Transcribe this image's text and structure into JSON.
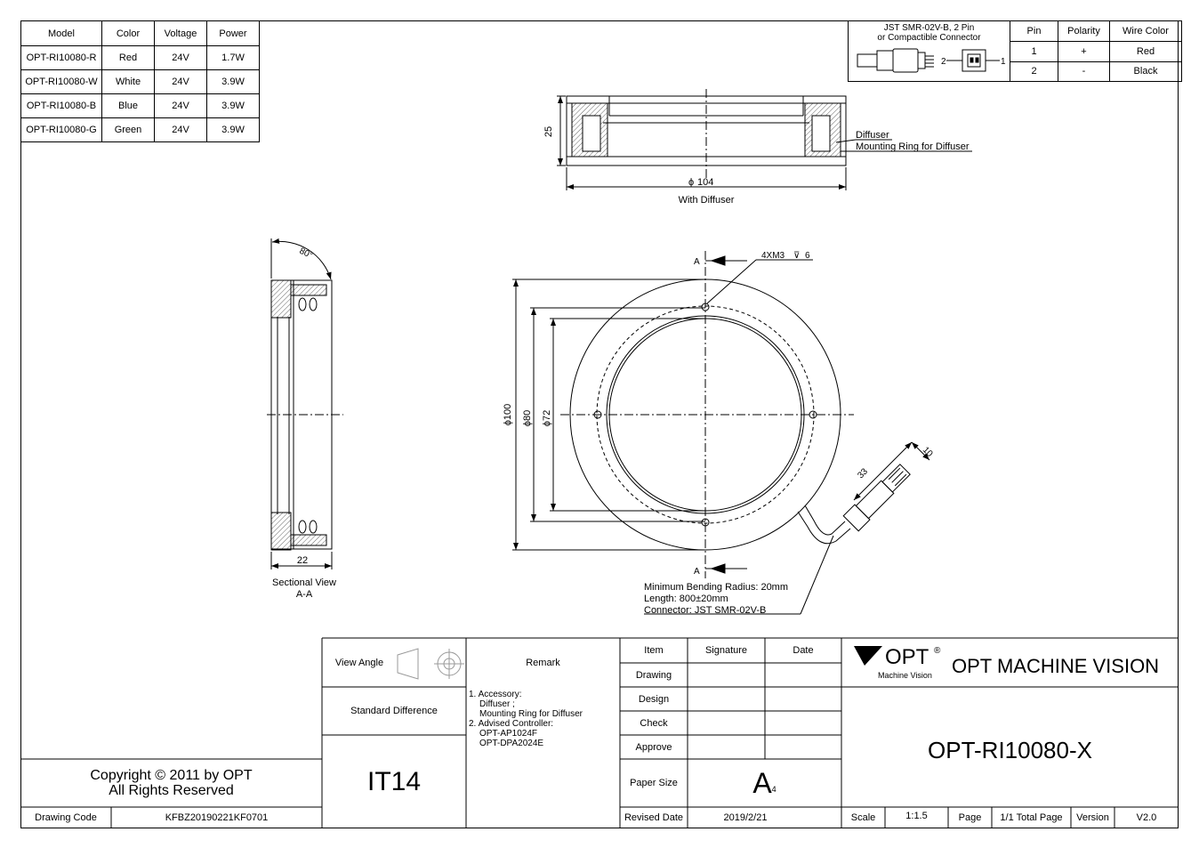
{
  "model_table": {
    "headers": [
      "Model",
      "Color",
      "Voltage",
      "Power"
    ],
    "rows": [
      [
        "OPT-RI10080-R",
        "Red",
        "24V",
        "1.7W"
      ],
      [
        "OPT-RI10080-W",
        "White",
        "24V",
        "3.9W"
      ],
      [
        "OPT-RI10080-B",
        "Blue",
        "24V",
        "3.9W"
      ],
      [
        "OPT-RI10080-G",
        "Green",
        "24V",
        "3.9W"
      ]
    ]
  },
  "connector_table": {
    "title_line1": "JST SMR-02V-B, 2 Pin",
    "title_line2": "or Compactible Connector",
    "pin_label_2": "2",
    "pin_label_1": "1",
    "headers": [
      "Pin",
      "Polarity",
      "Wire Color"
    ],
    "rows": [
      [
        "1",
        "+",
        "Red"
      ],
      [
        "2",
        "-",
        "Black"
      ]
    ]
  },
  "top_view": {
    "height_dim": "25",
    "diameter_dim": "104",
    "caption": "With Diffuser",
    "label_diffuser": "Diffuser",
    "label_ring": "Mounting Ring for Diffuser"
  },
  "section_view": {
    "angle_dim": "80°",
    "width_dim": "22",
    "caption_line1": "Sectional View",
    "caption_line2": "A-A"
  },
  "front_view": {
    "section_mark_top": "A",
    "section_mark_bottom": "A",
    "hole_callout": "4XM3",
    "hole_depth": "6",
    "dim_100": "100",
    "dim_80": "80",
    "dim_72": "72",
    "dim_33": "33",
    "dim_10": "10",
    "cable_note_1": "Minimum Bending Radius: 20mm",
    "cable_note_2": "Length: 800±20mm",
    "cable_note_3": "Connector: JST SMR-02V-B"
  },
  "title_block": {
    "view_angle": "View Angle",
    "remark": "Remark",
    "item": "Item",
    "signature": "Signature",
    "date": "Date",
    "drawing": "Drawing",
    "design": "Design",
    "check": "Check",
    "approve": "Approve",
    "paper_size": "Paper Size",
    "paper_size_value": "A",
    "paper_size_sub": "4",
    "revised_date": "Revised Date",
    "revised_date_value": "2019/2/21",
    "standard_difference": "Standard Difference",
    "tolerance": "IT14",
    "remark_lines": [
      "1. Accessory:",
      "Diffuser ;",
      "Mounting Ring for Diffuser",
      "2. Advised Controller:",
      "OPT-AP1024F",
      "OPT-DPA2024E"
    ],
    "logo_text": "OPT",
    "logo_sub": "Machine Vision",
    "company": "OPT MACHINE VISION",
    "part_number": "OPT-RI10080-X",
    "scale": "Scale",
    "scale_value": "1:1.5",
    "page": "Page",
    "page_value": "1/1 Total Page",
    "version": "Version",
    "version_value": "V2.0",
    "copyright_1": "Copyright © 2011 by OPT",
    "copyright_2": "All Rights Reserved",
    "drawing_code": "Drawing Code",
    "drawing_code_value": "KFBZ20190221KF0701"
  }
}
